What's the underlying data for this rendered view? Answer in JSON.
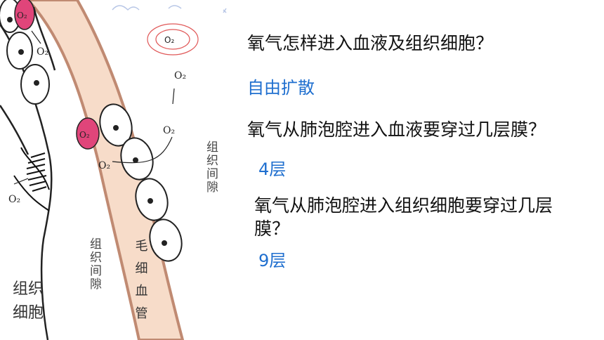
{
  "diagram": {
    "o2": "O₂",
    "interstitial_label_right": "组织间隙",
    "interstitial_label_left": "组织间隙",
    "capillary_label": "毛细血管",
    "tissue_cell_label_line1": "组织",
    "tissue_cell_label_line2": "细胞",
    "colors": {
      "capillary_wall": "#c08a72",
      "capillary_fill": "#f7dcc9",
      "rbc": "#e0457a",
      "cell_outline": "#222222",
      "o2_ring": "#e05858"
    }
  },
  "questions": [
    {
      "q": "氧气怎样进入血液及组织细胞？",
      "a": "自由扩散"
    },
    {
      "q": "氧气从肺泡腔进入血液要穿过几层膜？",
      "a": "4层"
    },
    {
      "q": "氧气从肺泡腔进入组织细胞要穿过几层膜？",
      "a": "9层"
    }
  ]
}
